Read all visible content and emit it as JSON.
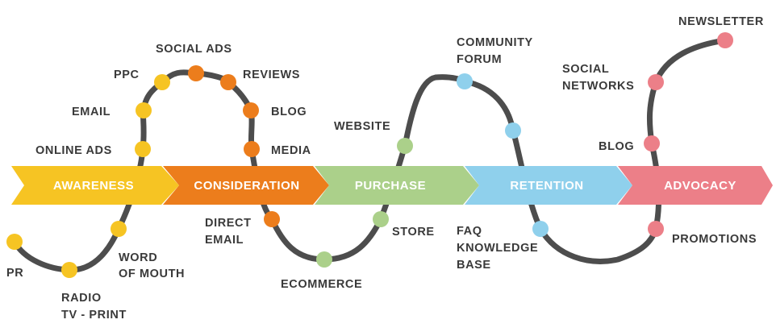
{
  "colors": {
    "awareness": "#f6c423",
    "consideration": "#ec7d1c",
    "purchase": "#abd08a",
    "retention": "#8fd0ec",
    "advocacy": "#ec7f88",
    "path": "#4d4d4d"
  },
  "stages": [
    {
      "label": "AWARENESS"
    },
    {
      "label": "CONSIDERATION"
    },
    {
      "label": "PURCHASE"
    },
    {
      "label": "RETENTION"
    },
    {
      "label": "ADVOCACY"
    }
  ],
  "touchpoints": {
    "pr": "PR",
    "radio_1": "RADIO",
    "radio_2": "TV - PRINT",
    "wom_1": "WORD",
    "wom_2": "OF MOUTH",
    "online_ads": "ONLINE ADS",
    "email": "EMAIL",
    "ppc": "PPC",
    "social_ads": "SOCIAL ADS",
    "reviews": "REVIEWS",
    "blog": "BLOG",
    "media": "MEDIA",
    "direct_1": "DIRECT",
    "direct_2": "EMAIL",
    "ecommerce": "ECOMMERCE",
    "store": "STORE",
    "website": "WEBSITE",
    "community_1": "COMMUNITY",
    "community_2": "FORUM",
    "faq_1": "FAQ",
    "faq_2": "KNOWLEDGE",
    "faq_3": "BASE",
    "blog_2": "BLOG",
    "social_net_1": "SOCIAL",
    "social_net_2": "NETWORKS",
    "newsletter": "NEWSLETTER",
    "promotions": "PROMOTIONS"
  }
}
